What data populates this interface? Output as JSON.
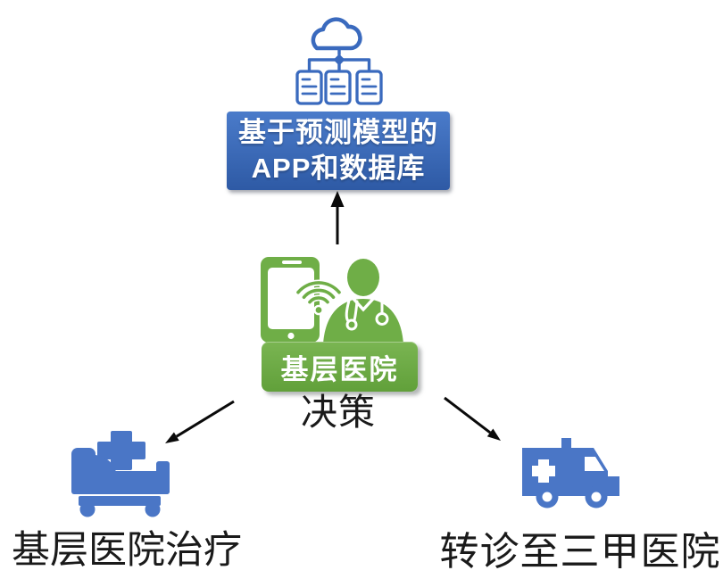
{
  "colors": {
    "icon_blue": "#4a76c6",
    "outline_blue": "#3a6abe",
    "app_box_top": "#4a7bca",
    "app_box_bottom": "#2e5aa5",
    "green": "#6fae47",
    "green_box_top": "#7ab552",
    "green_box_bottom": "#61a03a",
    "arrow_black": "#0a0a0a",
    "text_black": "#1a1a1a"
  },
  "nodes": {
    "app_db": {
      "icon": "cloud-database-network-icon",
      "line1": "基于预测模型的",
      "line2": "APP和数据库"
    },
    "primary": {
      "icon": "doctor-tablet-icon",
      "label": "基层医院",
      "decision": "决策"
    },
    "local_treatment": {
      "icon": "hospital-bed-icon",
      "label": "基层医院治疗"
    },
    "tertiary_referral": {
      "icon": "ambulance-icon",
      "label": "转诊至三甲医院"
    }
  },
  "arrows": [
    {
      "name": "decision-to-app-arrow",
      "direction": "up"
    },
    {
      "name": "decision-to-local-treatment-arrow",
      "direction": "down-left"
    },
    {
      "name": "decision-to-referral-arrow",
      "direction": "down-right"
    }
  ]
}
